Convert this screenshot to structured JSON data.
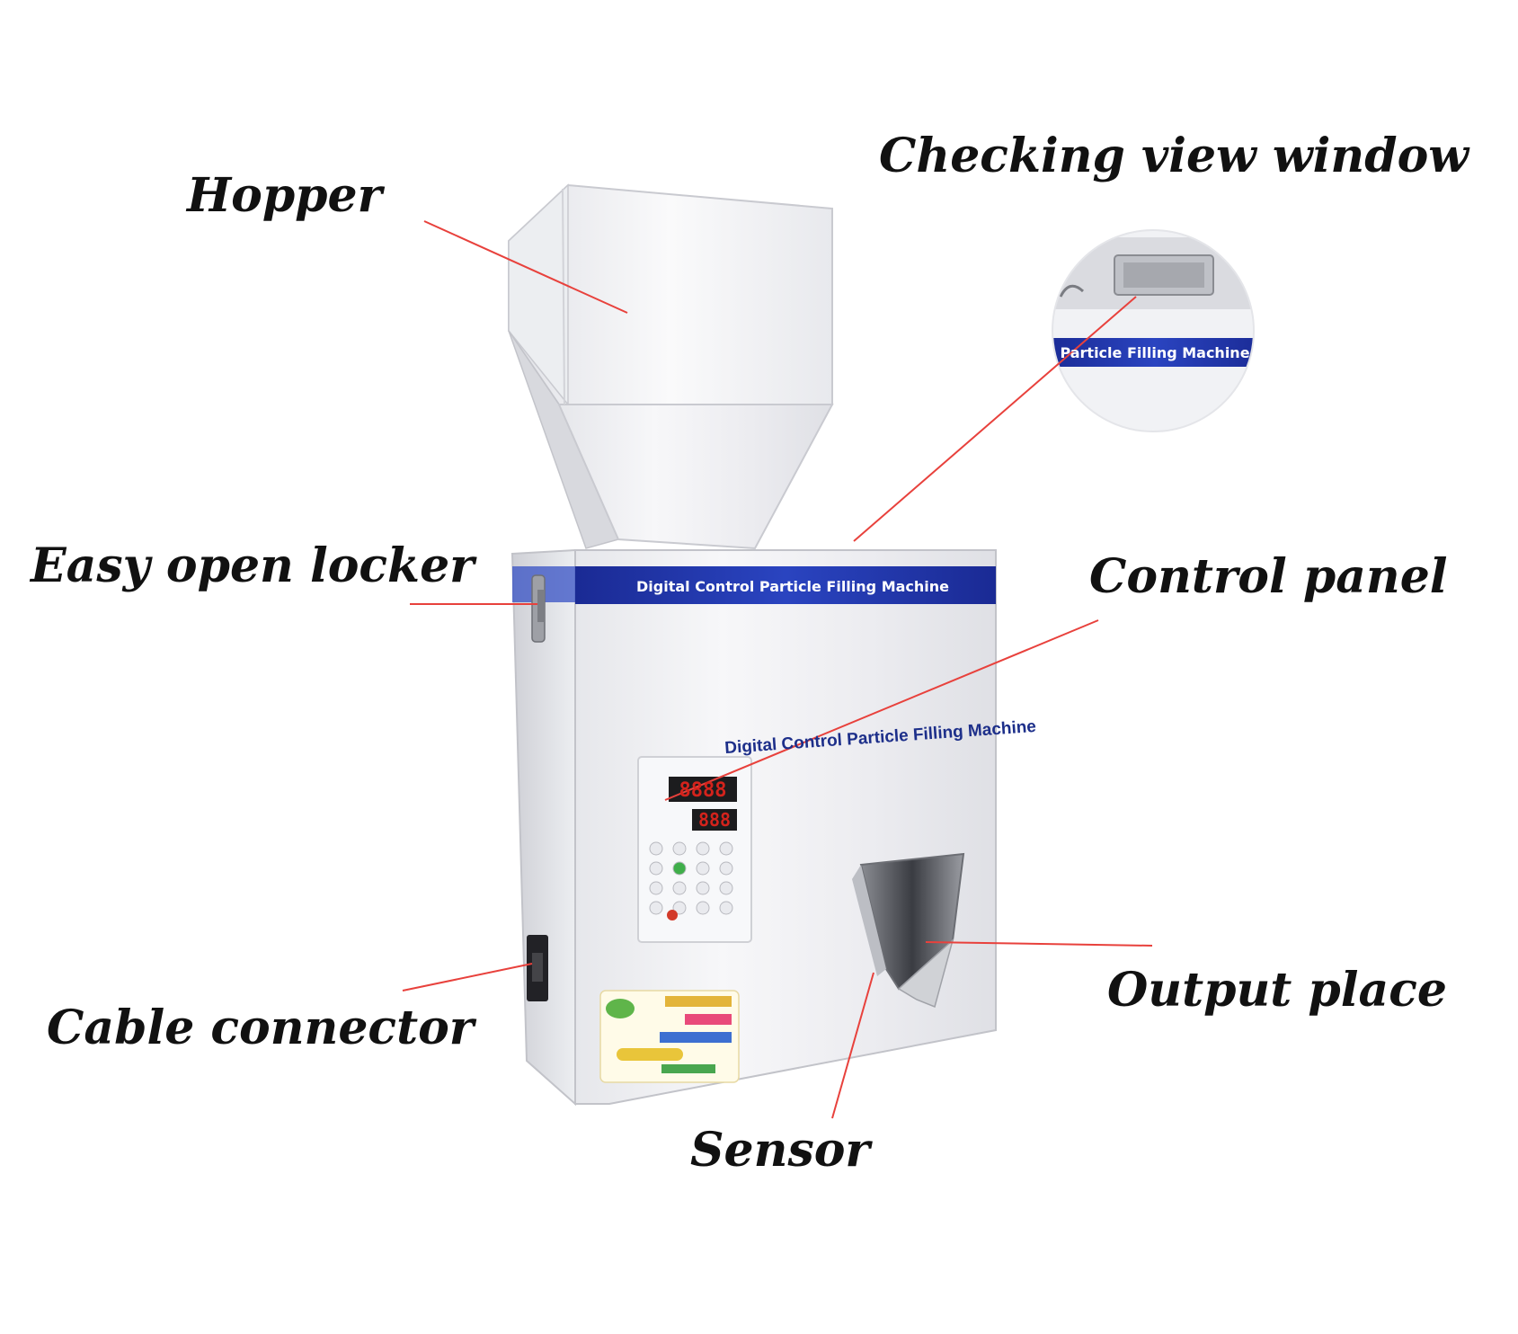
{
  "labels": {
    "hopper": "Hopper",
    "checking_view_window": "Checking view window",
    "easy_open_locker": "Easy open locker",
    "control_panel": "Control panel",
    "cable_connector": "Cable connector",
    "output_place": "Output place",
    "sensor": "Sensor"
  },
  "machine": {
    "band_text": "Digital Control Particle Filling Machine",
    "front_text": "Digital Control Particle Filling Machine",
    "inset_band_text": "Particle Filling Machine",
    "display_top": "8888",
    "display_bottom": "888"
  },
  "colors": {
    "leader_line": "#e8413c",
    "band_blue": "#2236a8",
    "front_text_blue": "#1d2f8a",
    "display_red": "#d4231c",
    "steel_light": "#f4f4f6",
    "steel_mid": "#dcdde2"
  }
}
